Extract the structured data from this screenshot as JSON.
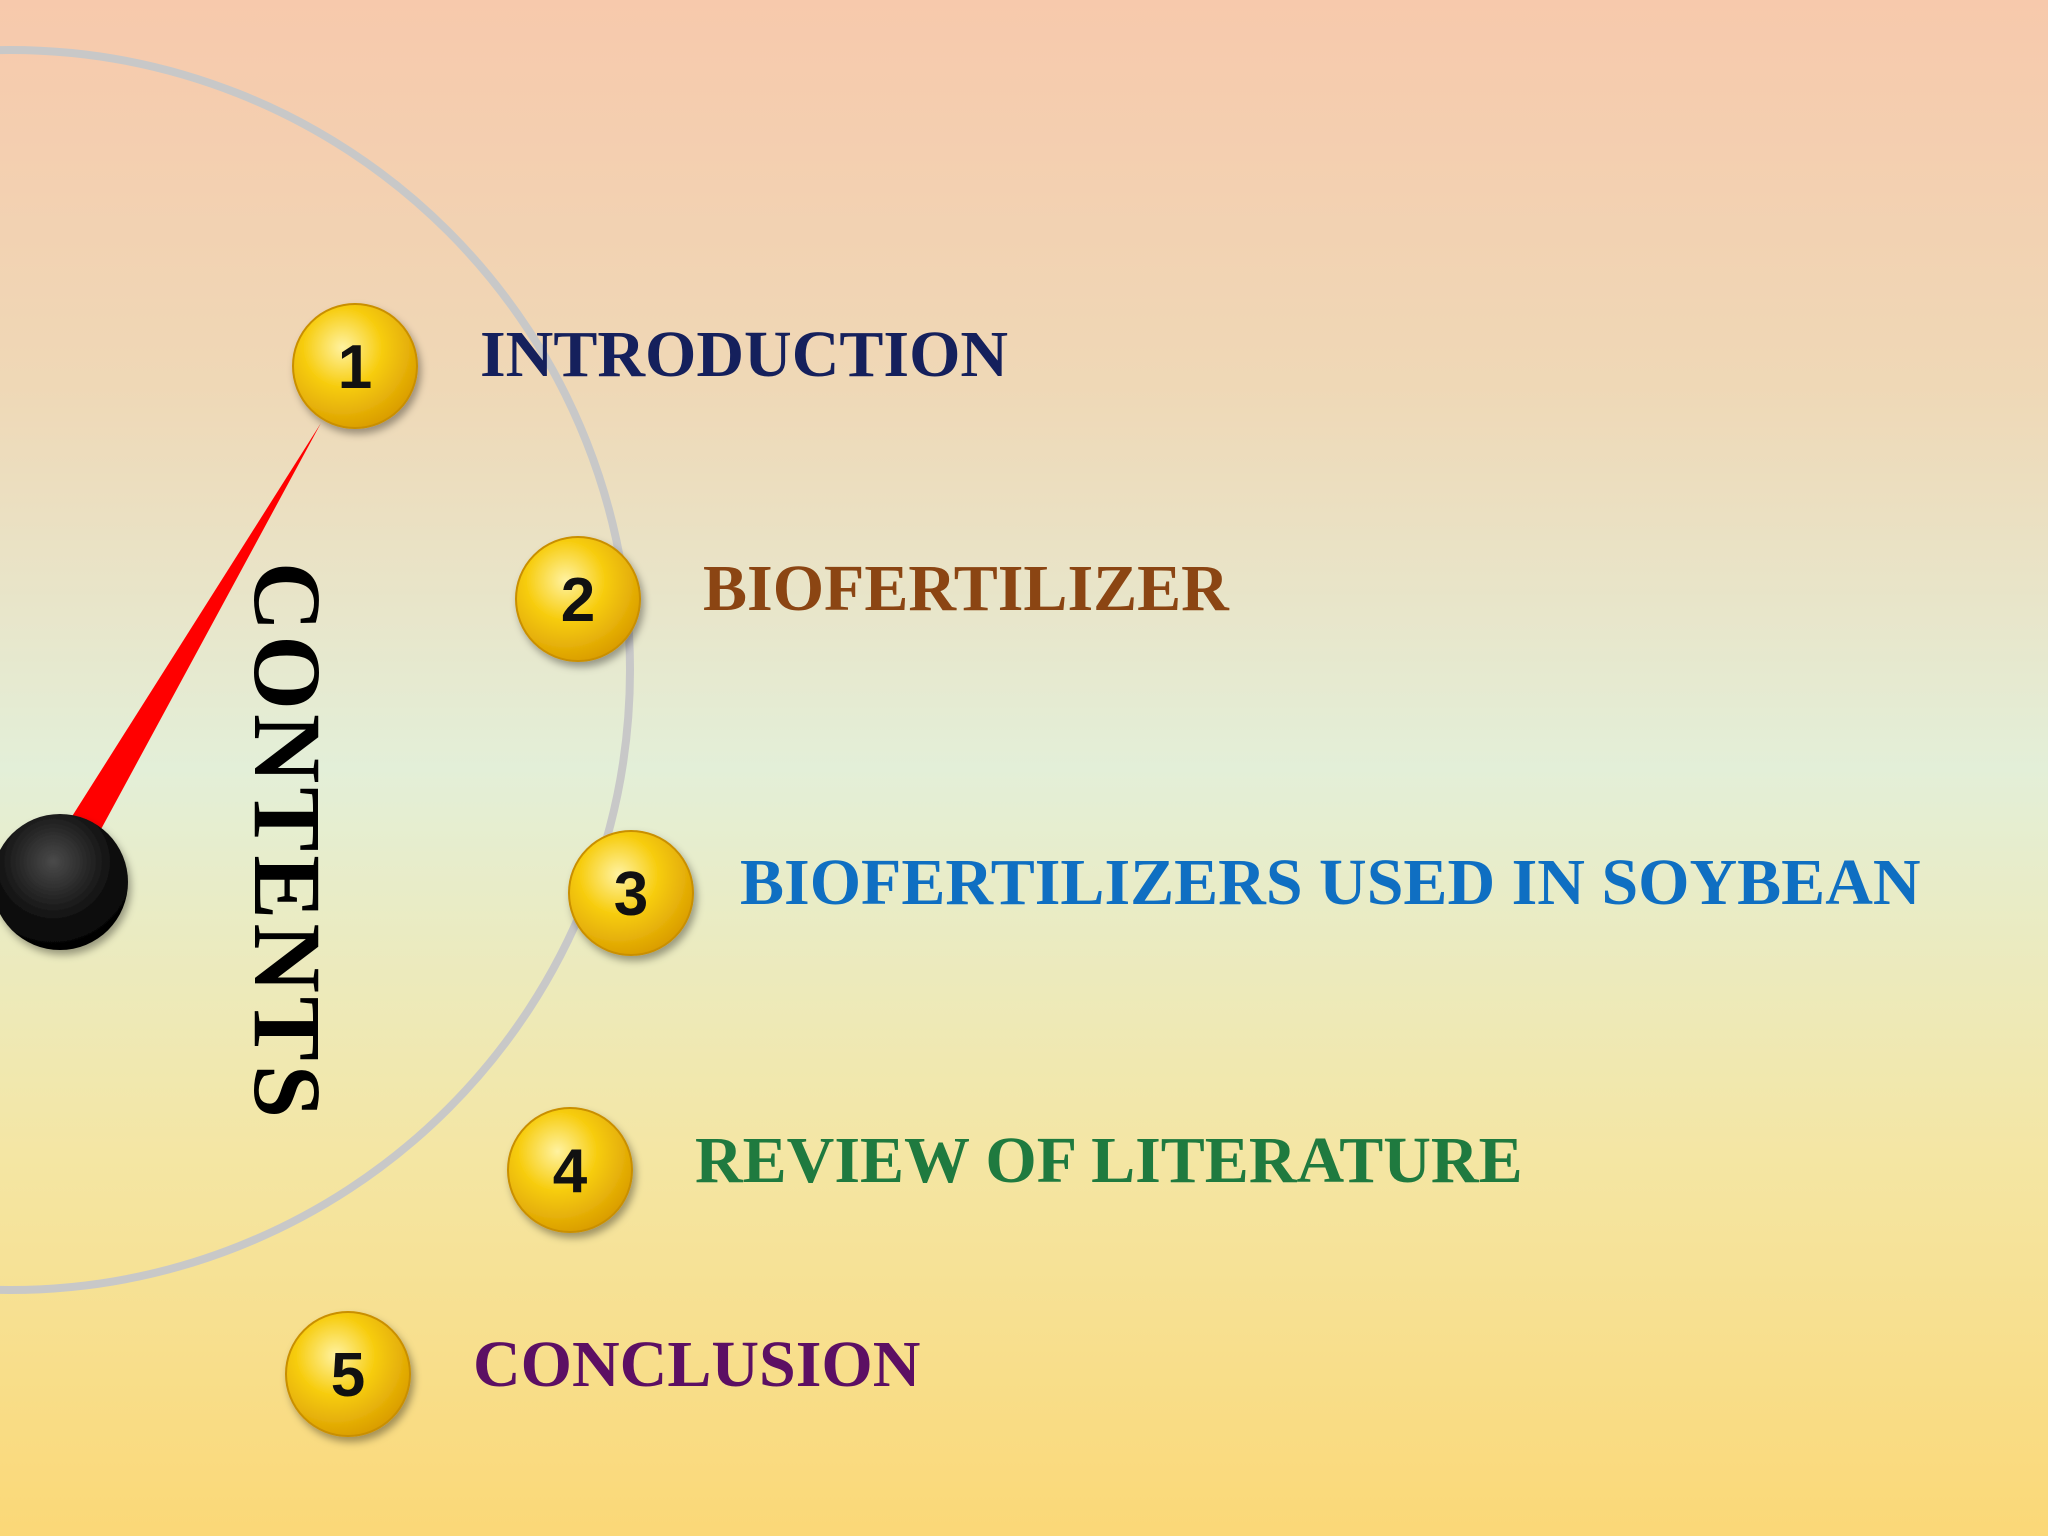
{
  "slide": {
    "title": "CONTENTS",
    "items": [
      {
        "number": "1",
        "label": "INTRODUCTION",
        "color": "#15205c"
      },
      {
        "number": "2",
        "label": "BIOFERTILIZER",
        "color": "#8b4513"
      },
      {
        "number": "3",
        "label": "BIOFERTILIZERS USED IN SOYBEAN",
        "color": "#0f6fc2"
      },
      {
        "number": "4",
        "label": "REVIEW OF LITERATURE",
        "color": "#1f7a3f"
      },
      {
        "number": "5",
        "label": "CONCLUSION",
        "color": "#5c0f63"
      }
    ],
    "colors": {
      "pointer": "#ff0000",
      "badge": "#f5c400",
      "arc": "#c8c8c8",
      "hub": "#111111"
    }
  }
}
